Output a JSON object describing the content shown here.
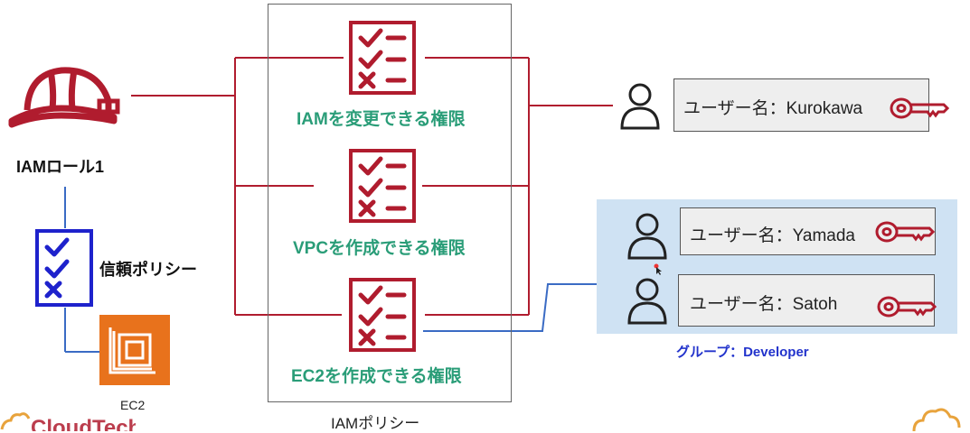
{
  "role": {
    "label": "IAMロール1"
  },
  "trust_policy": {
    "label": "信頼ポリシー"
  },
  "ec2": {
    "label": "EC2"
  },
  "iam_policy_box": {
    "caption": "IAMポリシー"
  },
  "policies": [
    {
      "label": "IAMを変更できる権限"
    },
    {
      "label": "VPCを作成できる権限"
    },
    {
      "label": "EC2を作成できる権限"
    }
  ],
  "users": [
    {
      "label": "ユーザー名：Kurokawa"
    },
    {
      "label": "ユーザー名：Yamada"
    },
    {
      "label": "ユーザー名：Satoh"
    }
  ],
  "group": {
    "label": "グループ：Developer"
  },
  "colors": {
    "policy_red": "#b01c2e",
    "policy_text": "#2a9d78",
    "blue": "#1e22cc",
    "group_bg": "#cfe2f3",
    "ec2_orange": "#e8721c"
  },
  "icons": [
    "hardhat-icon",
    "checklist-icon",
    "user-icon",
    "key-icon",
    "ec2-chip-icon",
    "cloud-logo-icon"
  ]
}
